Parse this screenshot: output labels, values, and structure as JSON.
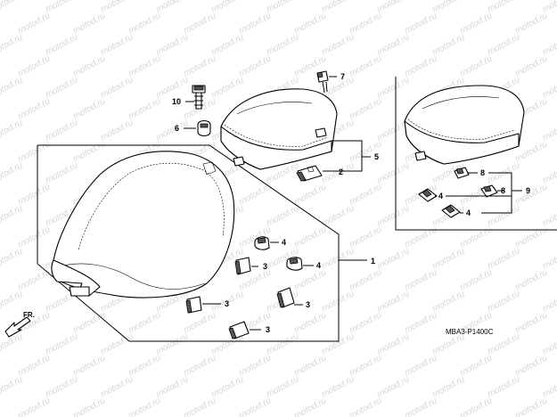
{
  "watermark": "motod.ru",
  "direction_label": "FR.",
  "diagram_code": "MBA3-P1400C",
  "callouts": [
    "1",
    "2",
    "3",
    "3",
    "3",
    "3",
    "4",
    "4",
    "4",
    "4",
    "5",
    "6",
    "7",
    "8",
    "8",
    "9",
    "10"
  ]
}
